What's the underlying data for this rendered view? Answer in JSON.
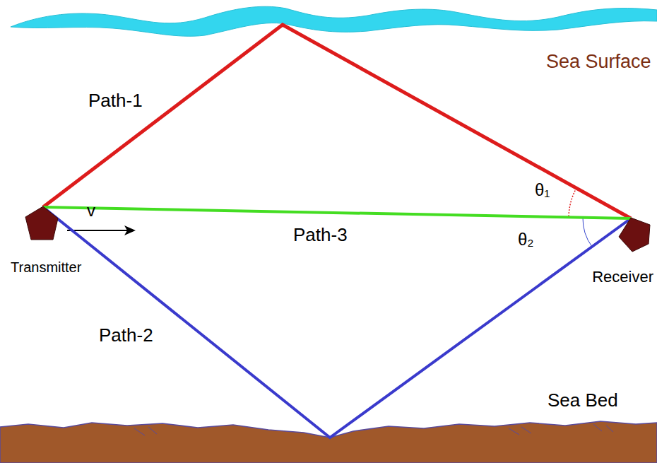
{
  "diagram": {
    "nodes": [
      {
        "text": [
          "Transmitter"
        ]
      },
      {
        "text": [
          "Receiver"
        ]
      }
    ],
    "edges": [
      {
        "from": 0,
        "to": 1,
        "arrow": "none",
        "label": "Path-1"
      },
      {
        "from": 0,
        "to": 1,
        "arrow": "none",
        "label": "Path-2"
      },
      {
        "from": 0,
        "to": 1,
        "arrow": "none",
        "label": "Path-3"
      }
    ],
    "labels": [
      "Sea Surface",
      "Sea Bed",
      "θ₁",
      "θ₂",
      "v"
    ]
  }
}
